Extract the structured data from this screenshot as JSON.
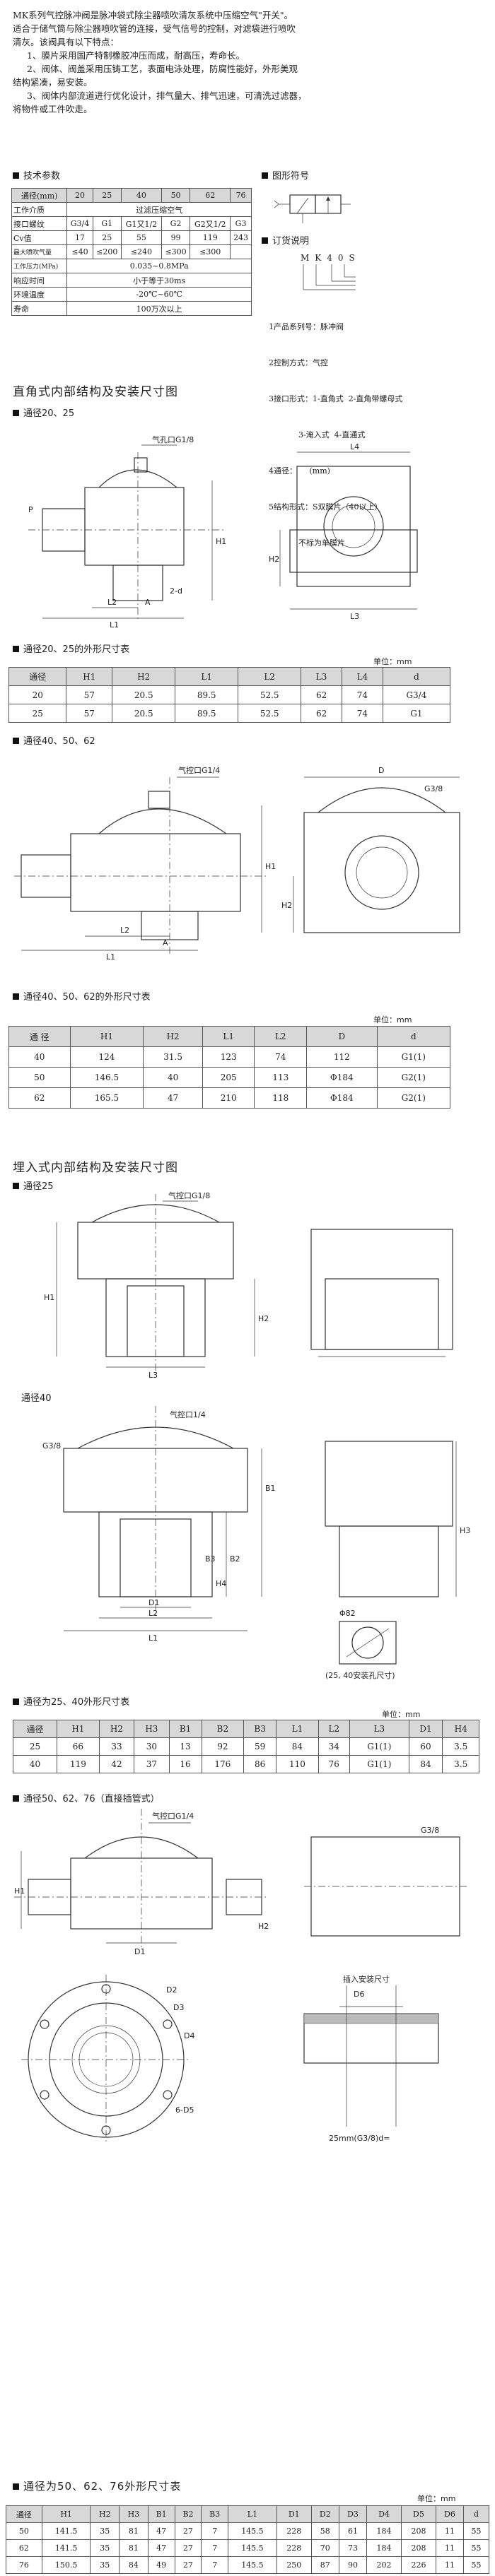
{
  "intro": {
    "lines": [
      "MK系列气控脉冲阀是脉冲袋式除尘器喷吹清灰系统中压缩空气\"开关\"。",
      "适合于储气筒与除尘器喷吹管的连接，受气信号的控制，对滤袋进行喷吹",
      "清灰。该阀具有以下特点：",
      "1、膜片采用国产特制橡胶冲压而成，耐高压，寿命长。",
      "2、阀体、阀盖采用压铸工艺，表面电泳处理，防腐性能好，外形美观",
      "结构紧凑，易安装。",
      "3、阀体内部流道进行优化设计，排气量大、排气迅速，可清洗过滤器，",
      "将物件或工件吹走。"
    ]
  },
  "tech": {
    "heading": "技术参数",
    "header": [
      "通径(mm)",
      "20",
      "25",
      "40",
      "50",
      "62",
      "76"
    ],
    "rows": [
      [
        "工作介质",
        "过滤压缩空气"
      ],
      [
        "接口螺纹",
        "G3/4",
        "G1",
        "G1又1/2",
        "G2",
        "G2又1/2",
        "G3"
      ],
      [
        "Cv值",
        "17",
        "25",
        "55",
        "99",
        "119",
        "243"
      ],
      [
        "最大喷吹气量",
        "≤40",
        "≤200",
        "≤240",
        "≤300",
        "≤300",
        ""
      ],
      [
        "工作压力(MPa)",
        "0.035~0.8MPa"
      ],
      [
        "响应时间",
        "小于等于30ms"
      ],
      [
        "环境温度",
        "-20℃~60℃"
      ],
      [
        "寿命",
        "100万次以上"
      ]
    ]
  },
  "symbol": {
    "heading": "图形符号"
  },
  "order": {
    "heading": "订货说明",
    "code": [
      "M",
      "K",
      "40",
      "S"
    ],
    "items": [
      "1产品系列号：脉冲阀",
      "2控制方式：气控",
      "3接口形式：1-直角式  2-直角带螺母式",
      "            3-淹入式  4-直通式",
      "4通径：     (mm)",
      "5结构形式：S双膜片（40以上）",
      "            不标为单膜片"
    ]
  },
  "sec1": {
    "title": "直角式内部结构及安装尺寸图",
    "sub": "通径20、25",
    "labels": [
      "气孔口G1/8",
      "P",
      "L2",
      "A",
      "2-d",
      "L1",
      "H1",
      "L4",
      "H2",
      "L3"
    ]
  },
  "tab1": {
    "heading": "通径20、25的外形尺寸表",
    "unit": "单位：mm",
    "header": [
      "通径",
      "H1",
      "H2",
      "L1",
      "L2",
      "L3",
      "L4",
      "d"
    ],
    "rows": [
      [
        "20",
        "57",
        "20.5",
        "89.5",
        "52.5",
        "62",
        "74",
        "G3/4"
      ],
      [
        "25",
        "57",
        "20.5",
        "89.5",
        "52.5",
        "62",
        "74",
        "G1"
      ]
    ]
  },
  "sec2": {
    "sub": "通径40、50、62",
    "labels": [
      "气控口G1/4",
      "G3/8",
      "D",
      "H1",
      "H2",
      "L2",
      "A",
      "L1"
    ]
  },
  "tab2": {
    "heading": "通径40、50、62的外形尺寸表",
    "unit": "单位：mm",
    "header": [
      "通 径",
      "H1",
      "H2",
      "L1",
      "L2",
      "D",
      "d"
    ],
    "rows": [
      [
        "40",
        "124",
        "31.5",
        "123",
        "74",
        "112",
        "G1(1)"
      ],
      [
        "50",
        "146.5",
        "40",
        "205",
        "113",
        "Φ184",
        "G2(1)"
      ],
      [
        "62",
        "165.5",
        "47",
        "210",
        "118",
        "Φ184",
        "G2(1)"
      ]
    ]
  },
  "sec3": {
    "title": "埋入式内部结构及安装尺寸图",
    "sub1": "通径25",
    "sub2": "通径40",
    "labels": [
      "气控口G1/8",
      "H1",
      "H2",
      "L3",
      "气控口1/4",
      "G3/8",
      "B1",
      "B2",
      "B3",
      "D1",
      "L2",
      "L1",
      "H4",
      "H3",
      "Φ82",
      "(25, 40安装孔尺寸)"
    ]
  },
  "tab3": {
    "heading": "通径为25、40外形尺寸表",
    "unit": "单位：mm",
    "header": [
      "通径",
      "H1",
      "H2",
      "H3",
      "B1",
      "B2",
      "B3",
      "L1",
      "L2",
      "L3",
      "D1",
      "H4"
    ],
    "rows": [
      [
        "25",
        "66",
        "33",
        "30",
        "13",
        "92",
        "59",
        "84",
        "34",
        "G1(1)",
        "60",
        "3.5"
      ],
      [
        "40",
        "119",
        "42",
        "37",
        "16",
        "176",
        "86",
        "110",
        "76",
        "G1(1)",
        "84",
        "3.5"
      ]
    ]
  },
  "sec4": {
    "sub": "通径50、62、76（直接插管式）",
    "labels": [
      "气控口G1/4",
      "D1",
      "H1",
      "H2",
      "G3/8",
      "D2",
      "D3",
      "D4",
      "6-D5",
      "D6",
      "插入安装尺寸",
      "25mm(G3/8)d="
    ]
  },
  "tab4": {
    "heading": "通径为50、62、76外形尺寸表",
    "unit": "单位：mm",
    "header": [
      "通径",
      "H1",
      "H2",
      "H3",
      "B1",
      "B2",
      "B3",
      "L1",
      "D1",
      "D2",
      "D3",
      "D4",
      "D5",
      "D6",
      "d"
    ],
    "rows": [
      [
        "50",
        "141.5",
        "35",
        "81",
        "47",
        "27",
        "7",
        "145.5",
        "228",
        "58",
        "61",
        "184",
        "208",
        "11",
        "55"
      ],
      [
        "62",
        "141.5",
        "35",
        "81",
        "47",
        "27",
        "7",
        "145.5",
        "228",
        "70",
        "73",
        "184",
        "208",
        "11",
        "55"
      ],
      [
        "76",
        "150.5",
        "35",
        "84",
        "49",
        "27",
        "7",
        "145.5",
        "250",
        "87",
        "90",
        "202",
        "226",
        "11",
        "55"
      ]
    ]
  }
}
